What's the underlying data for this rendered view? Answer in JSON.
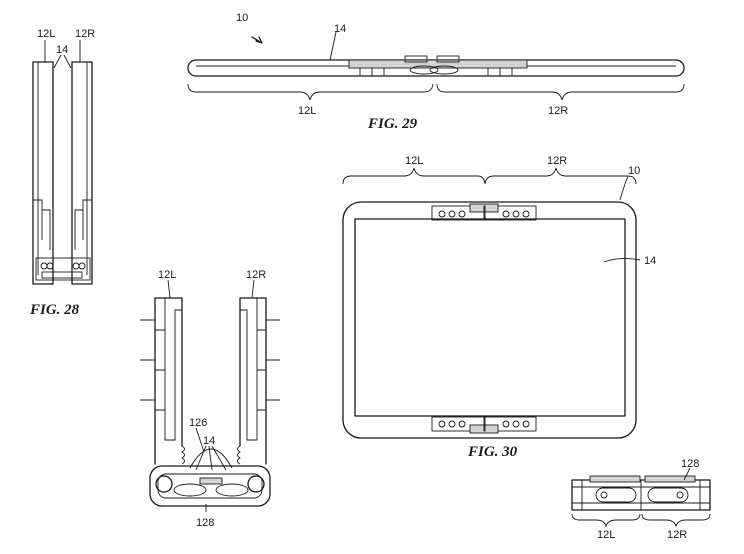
{
  "figures": {
    "fig28": {
      "caption": "FIG. 28",
      "labels": {
        "left_half": "12L",
        "right_half": "12R",
        "display": "14"
      }
    },
    "fig29": {
      "caption": "FIG. 29",
      "labels": {
        "device": "10",
        "display": "14",
        "left_half": "12L",
        "right_half": "12R"
      }
    },
    "fig30": {
      "caption": "FIG. 30",
      "labels": {
        "left_half": "12L",
        "right_half": "12R",
        "device": "10",
        "display": "14"
      }
    },
    "fig_hinge_detail": {
      "labels": {
        "left_half": "12L",
        "right_half": "12R",
        "ref_126": "126",
        "display": "14",
        "hinge": "128"
      }
    },
    "fig_hinge_small": {
      "labels": {
        "hinge": "128",
        "left_half": "12L",
        "right_half": "12R"
      }
    }
  }
}
